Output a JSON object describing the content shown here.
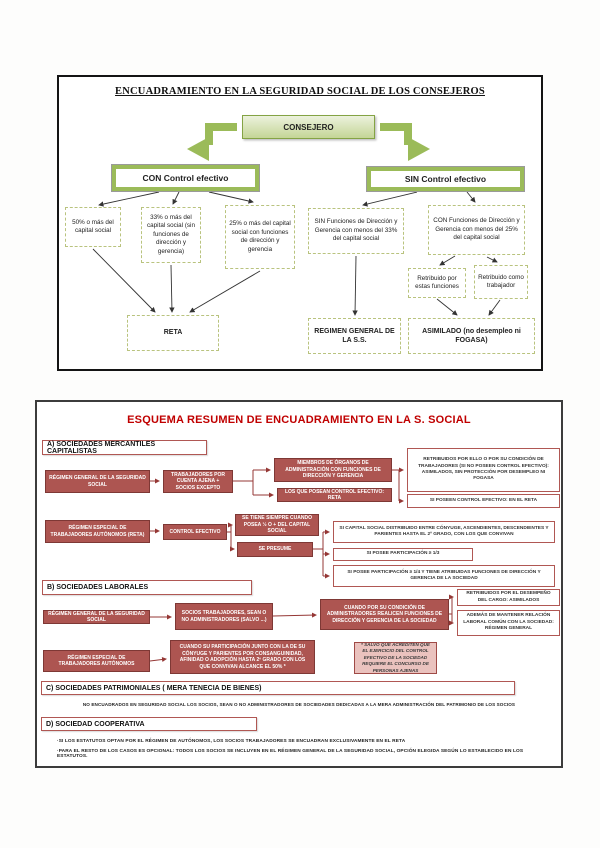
{
  "top": {
    "title": "ENCUADRAMIENTO EN LA SEGURIDAD SOCIAL DE LOS CONSEJEROS",
    "root": "CONSEJERO",
    "con": {
      "label": "CON Control efectivo",
      "case1": "50% o más del capital social",
      "case2": "33% o más del capital social (sin funciones de dirección y gerencia)",
      "case3": "25% o más del capital social con funciones de dirección y gerencia",
      "result": "RETA"
    },
    "sin": {
      "label": "SIN Control efectivo",
      "case1": "SIN Funciones de Dirección y Gerencia con menos del 33% del capital social",
      "case2": "CON Funciones de Dirección y Gerencia con menos del 25% del capital social",
      "sub1": "Retribuido por estas funciones",
      "sub2": "Retribuido como trabajador",
      "result1": "REGIMEN GENERAL DE LA S.S.",
      "result2": "ASIMILADO (no desempleo ni FOGASA)"
    }
  },
  "bottom": {
    "title": "ESQUEMA RESUMEN DE ENCUADRAMIENTO EN LA S. SOCIAL",
    "a": {
      "header": "A) SOCIEDADES MERCANTILES CAPITALISTAS",
      "r1_box1": "RÉGIMEN GENERAL DE LA SEGURIDAD SOCIAL",
      "r1_box2": "TRABAJADORES POR CUENTA AJENA + SOCIOS EXCEPTO",
      "r1_box3": "MIEMBROS DE ÓRGANOS DE ADMINISTRACIÓN CON FUNCIONES DE DIRECCIÓN Y GERENCIA",
      "r1_box4": "LOS QUE POSEAN CONTROL EFECTIVO: RETA",
      "r1_note1": "RETRIBUIDOS POR ELLO O POR SU CONDICIÓN DE TRABAJADORES (SI NO POSEEN CONTROL EFECTIVO): ASIMILADOS, SIN PROTECCIÓN POR DESEMPLEO NI FOGASA",
      "r1_note2": "SI POSEEN CONTROL EFECTIVO: EN EL RETA",
      "r2_box1": "RÉGIMEN ESPECIAL DE TRABAJADORES AUTÓNOMOS (RETA)",
      "r2_box2": "CONTROL EFECTIVO",
      "r2_box3": "SE TIENE SIEMPRE CUANDO POSEA ½ O + DEL CAPITAL SOCIAL",
      "r2_box4": "SE PRESUME",
      "r2_note1": "SI CAPITAL SOCIAL DISTRIBUIDO ENTRE CÓNYUGE, ASCENDIENTES, DESCENDIENTES Y PARIENTES HASTA EL 2º GRADO, CON LOS QUE CONVIVAN",
      "r2_note2": "SI POSEE PARTICIPACIÓN ≥ 1/3",
      "r2_note3": "SI POSEE PARTICIPACIÓN ≥ 1/4 Y TIENE ATRIBUIDAS FUNCIONES DE DIRECCIÓN Y GERENCIA DE LA SOCIEDAD"
    },
    "b": {
      "header": "B) SOCIEDADES LABORALES",
      "r1_box1": "RÉGIMEN GENERAL DE LA SEGURIDAD SOCIAL",
      "r1_box2": "SOCIOS TRABAJADORES, SEAN O NO ADMINISTRADORES (SALVO ...)",
      "r1_box3": "CUANDO POR SU CONDICIÓN DE ADMINISTRADORES REALICEN FUNCIONES DE DIRECCIÓN Y GERENCIA DE LA SOCIEDAD",
      "r1_note1": "RETRIBUIDOS POR EL DESEMPEÑO DEL CARGO: ASIMILADOS",
      "r1_note2": "ADEMÁS DE MANTENER RELACIÓN LABORAL COMÚN CON LA SOCIEDAD: RÉGIMEN GENERAL",
      "r2_box1": "RÉGIMEN ESPECIAL DE TRABAJADORES AUTÓNOMOS",
      "r2_box2": "CUANDO SU PARTICIPACIÓN JUNTO CON LA DE SU CÓNYUGE Y PARIENTES POR CONSANGUINIDAD, AFINIDAD O ADOPCIÓN HASTA 2º GRADO CON LOS QUE CONVIVAN ALCANCE EL 50% *",
      "r2_note": "* SALVO QUE ACREDITEN QUE EL EJERCICIO DEL CONTROL EFECTIVO DE LA SOCIEDAD REQUIERE EL CONCURSO DE PERSONAS AJENAS"
    },
    "c": {
      "header": "C) SOCIEDADES PATRIMONIALES ( MERA TENECIA DE BIENES)",
      "text": "NO ENCUADRADOS EN SEGURIDAD SOCIAL LOS SOCIOS, SEAN O NO ADMINISTRADORES DE SOCIEDADES DEDICADAS A LA MERA ADMINISTRACIÓN DEL PATRIMONIO DE LOS SOCIOS"
    },
    "d": {
      "header": "D) SOCIEDAD COOPERATIVA",
      "line1": "·SI LOS ESTATUTOS OPTAN POR EL RÉGIMEN DE AUTÓNOMOS, LOS SOCIOS TRABAJADORES SE ENCUADRAN EXCLUSIVAMENTE EN EL RETA",
      "line2": "·PARA EL RESTO DE LOS CASOS ES OPCIONAL: TODOS LOS SOCIOS SE INCLUYEN EN EL RÉGIMEN GENERAL DE LA SEGURIDAD SOCIAL, OPCIÓN ELEGIDA SEGÚN LO ESTABLECIDO EN LOS ESTATUTOS."
    }
  },
  "colors": {
    "accent_green": "#9bbb59",
    "dark_red_fill": "#ad5551",
    "red_border": "#b05753",
    "title_red": "#c00000",
    "pink_fill": "#eac2be",
    "connector_red": "#953735"
  }
}
